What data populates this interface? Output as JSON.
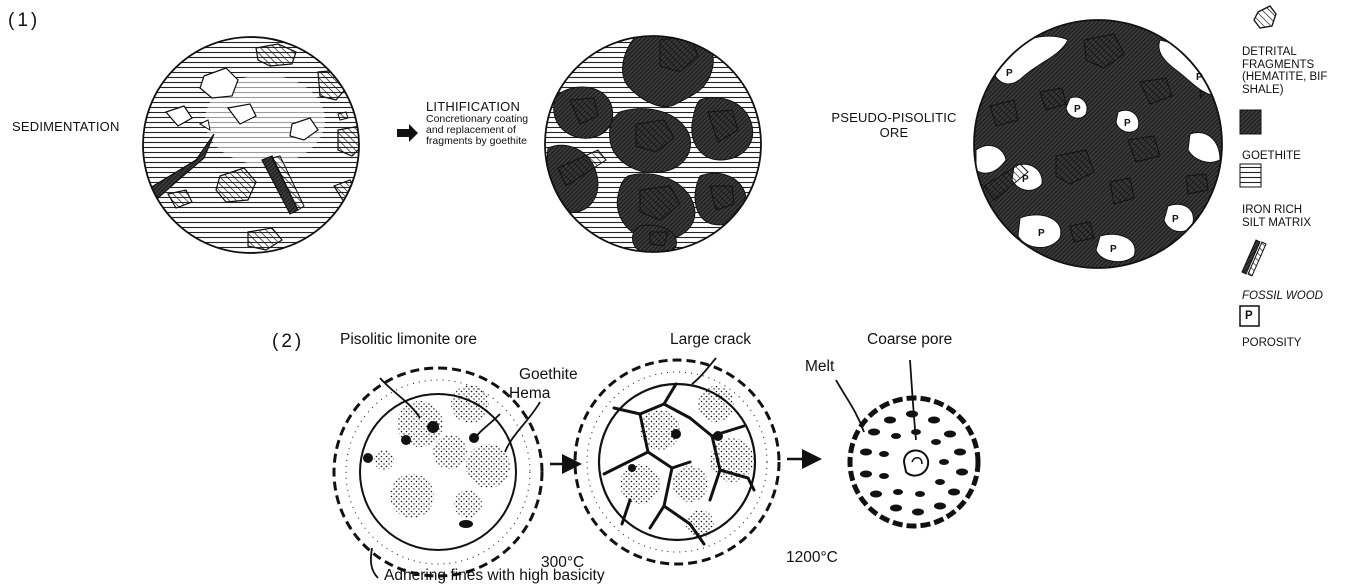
{
  "part1": {
    "section": "(1)",
    "sedimentation": "SEDIMENTATION",
    "lithification_title": "LITHIFICATION",
    "lithification_desc": "Concretionary coating\nand replacement of\nfragments by goethite",
    "pseudo_pisolitic": "PSEUDO-PISOLITIC\nORE",
    "pore_marker": "P"
  },
  "legend": {
    "detrital": "DETRITAL\nFRAGMENTS\n(HEMATITE, BIF\nSHALE)",
    "goethite": "GOETHITE",
    "silt": "IRON RICH\nSILT MATRIX",
    "fossil_wood": "FOSSIL WOOD",
    "porosity_symbol": "P",
    "porosity": "POROSITY"
  },
  "part2": {
    "section": "(2)",
    "pisolitic": "Pisolitic limonite ore",
    "goethite": "Goethite",
    "hema": "Hema",
    "large_crack": "Large crack",
    "coarse_pore": "Coarse pore",
    "melt": "Melt",
    "temp1": "300°C",
    "temp2": "1200°C",
    "fines": "Adhering fines with high basicity"
  }
}
